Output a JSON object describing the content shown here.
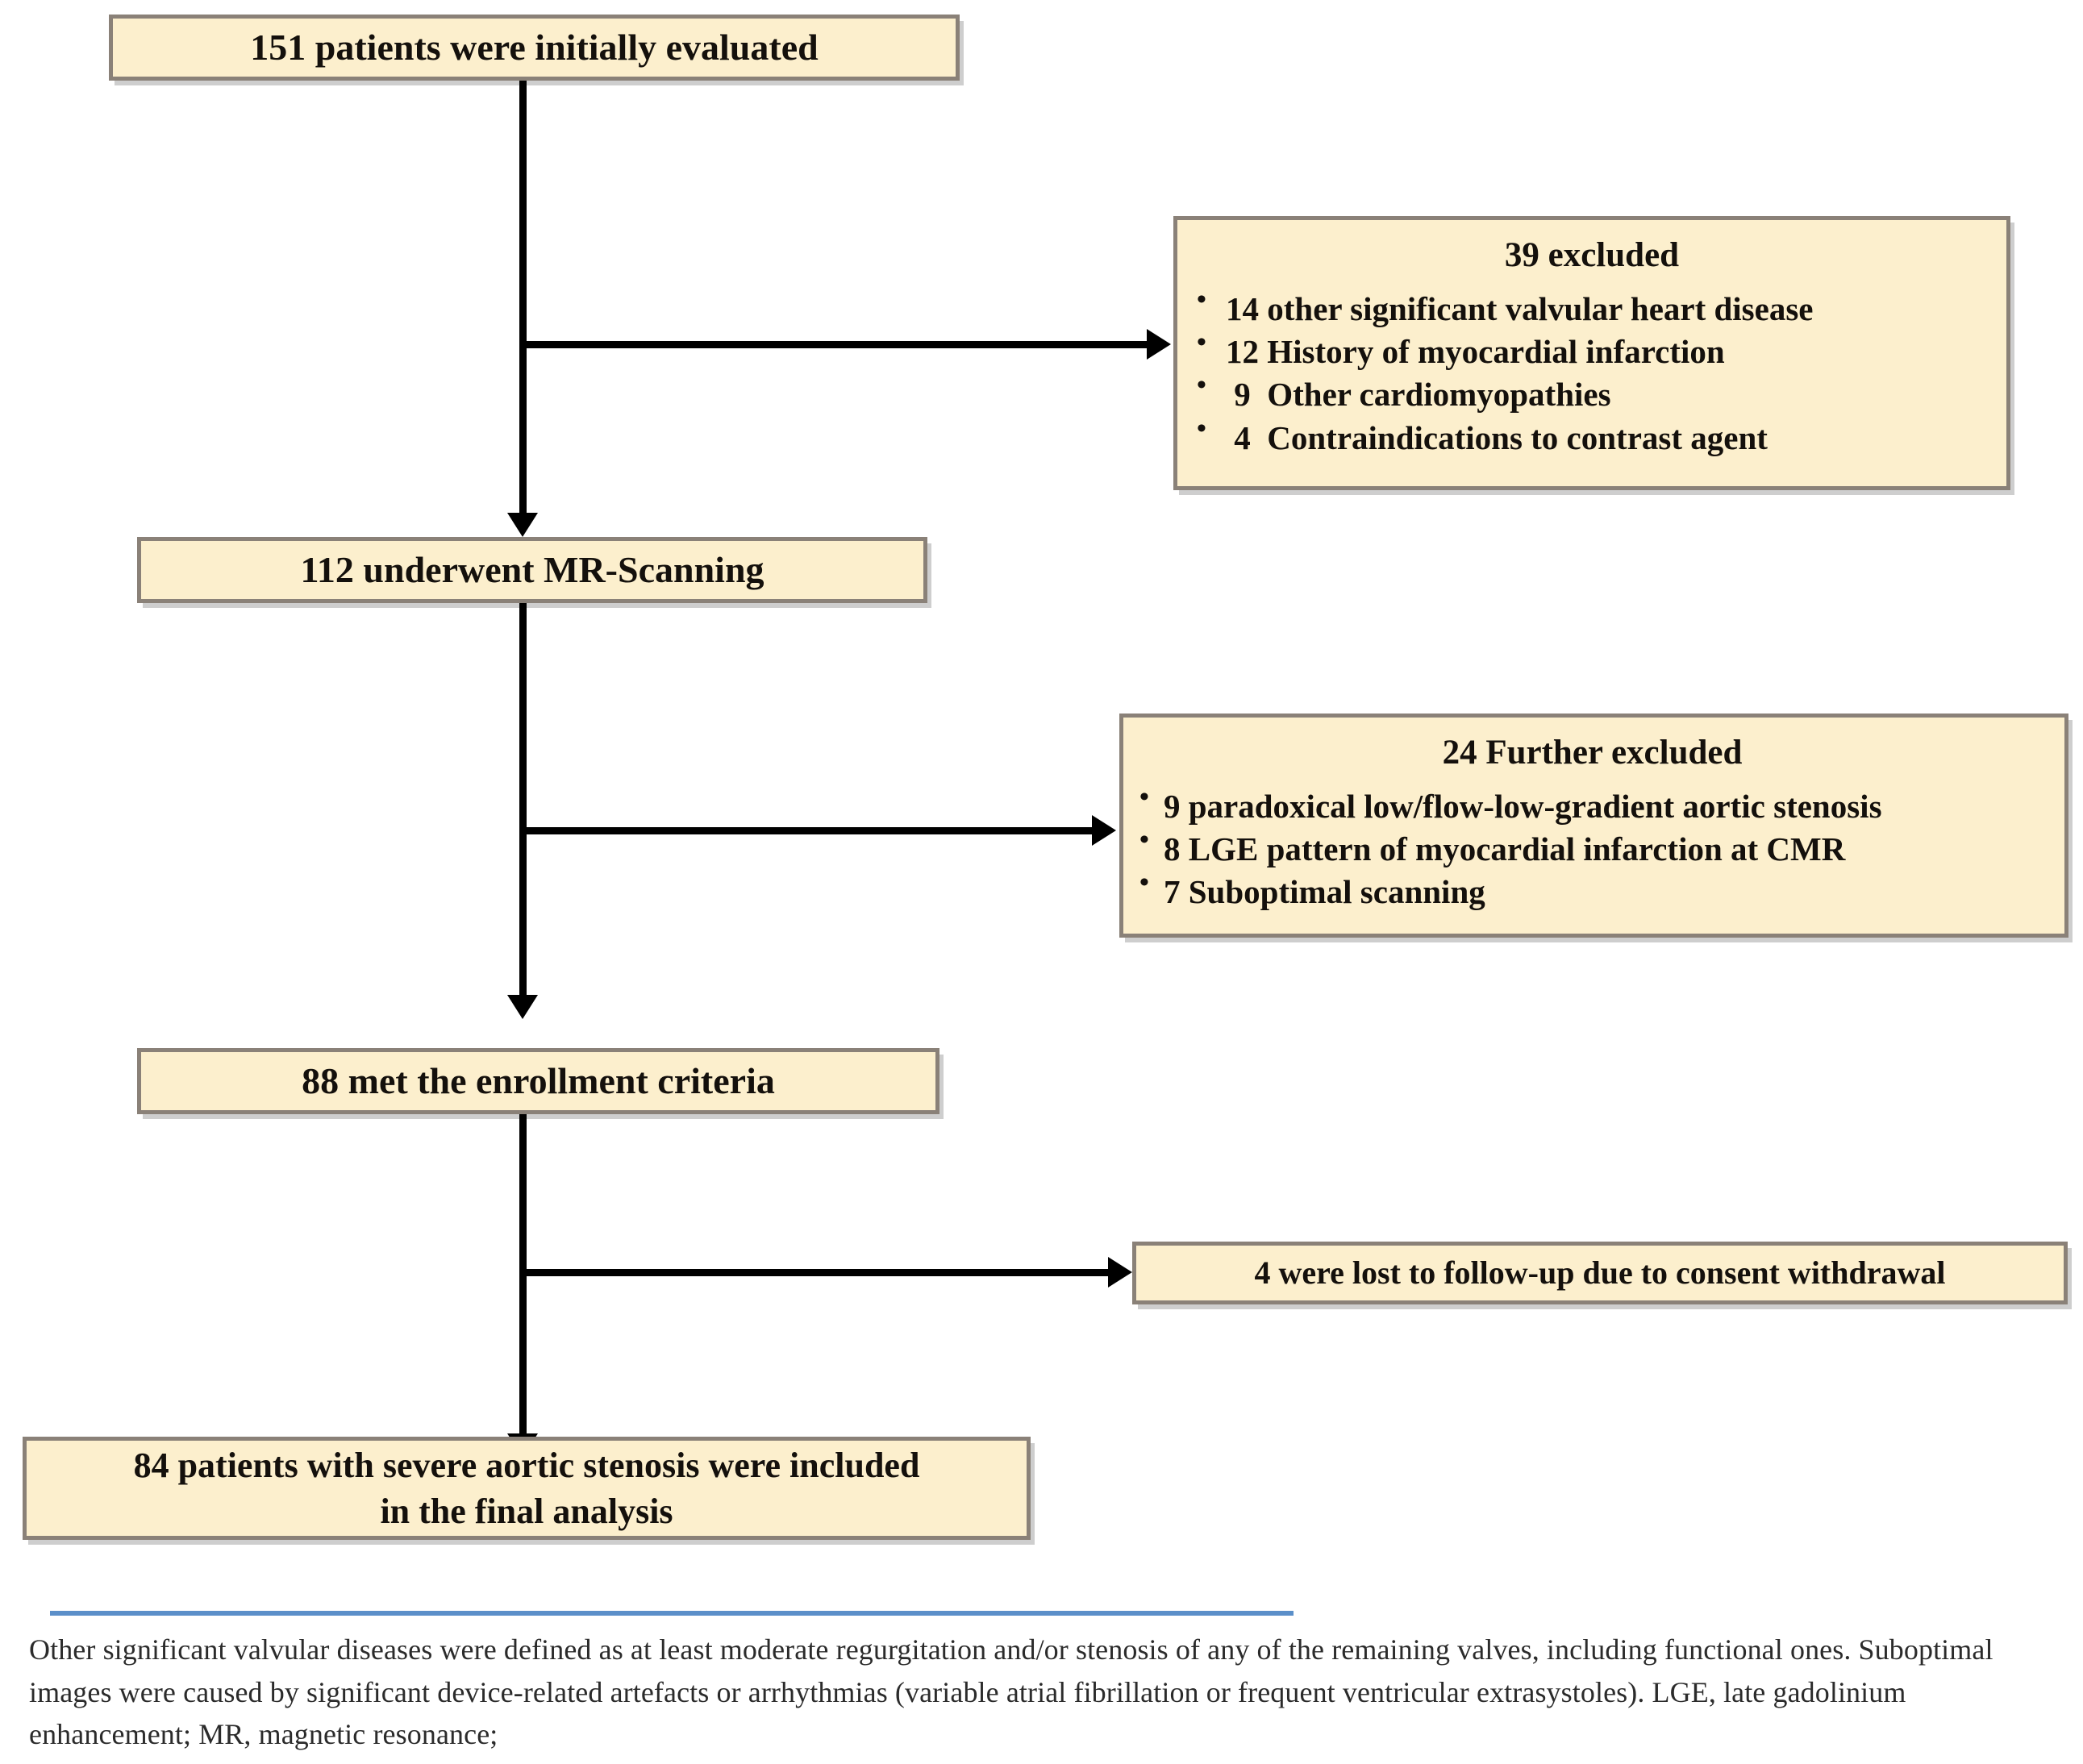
{
  "figure": {
    "type": "flowchart",
    "kind": "patient-enrollment-flow-diagram",
    "accent_color": "#5b8fc9",
    "box_fill_color": "#fcefcd",
    "box_border_color": "#8a8178",
    "connector_color": "#000000"
  },
  "nodes": {
    "initial": {
      "label": "151 patients were initially evaluated",
      "count": 151
    },
    "excluded_1": {
      "title": "39 excluded",
      "count": 39,
      "items": [
        "14 other significant valvular heart disease",
        "12 History of myocardial infarction",
        " 9  Other cardiomyopathies",
        " 4  Contraindications to contrast agent"
      ]
    },
    "scanned": {
      "label": "112 underwent MR-Scanning",
      "count": 112
    },
    "excluded_2": {
      "title": "24 Further excluded",
      "count": 24,
      "items": [
        "9 paradoxical low/flow-low-gradient aortic stenosis",
        "8 LGE pattern of myocardial infarction at CMR",
        "7 Suboptimal scanning"
      ]
    },
    "enrolled": {
      "label": "88 met the enrollment criteria",
      "count": 88
    },
    "lost": {
      "label": "4 were lost to follow-up due to consent withdrawal",
      "count": 4
    },
    "final": {
      "line1": "84 patients with severe aortic stenosis were included",
      "line2": "in the final analysis",
      "count": 84
    }
  },
  "footnote": {
    "text": "Other significant valvular diseases were defined as at least moderate regurgitation and/or stenosis of any of the remaining valves, including functional ones. Suboptimal images were caused by significant device-related artefacts or arrhythmias (variable atrial fibrillation or frequent ventricular extrasystoles). LGE, late gadolinium enhancement; MR, magnetic resonance;"
  }
}
